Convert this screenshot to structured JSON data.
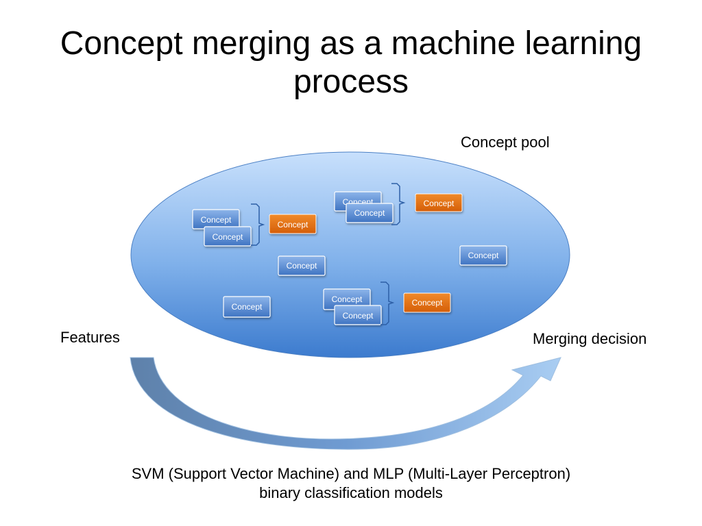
{
  "slide": {
    "title_line1": "Concept merging as a machine learning",
    "title_line2": "process"
  },
  "labels": {
    "concept_pool": "Concept pool",
    "features": "Features",
    "merging_decision": "Merging decision"
  },
  "caption": {
    "line1": "SVM (Support Vector Machine) and MLP (Multi-Layer Perceptron)",
    "line2": "binary classification models"
  },
  "concept_boxes": {
    "c1": "Concept",
    "c2": "Concept",
    "c3": "Concept",
    "c4": "Concept",
    "c5": "Concept",
    "c6": "Concept",
    "c7": "Concept",
    "c8": "Concept",
    "c9": "Concept",
    "m1": "Concept",
    "m2": "Concept",
    "m3": "Concept"
  },
  "colors": {
    "ellipse_top": "#c6defb",
    "ellipse_bottom": "#3f7fd0",
    "concept_blue": "#4f86cf",
    "merged_orange": "#e06a0f",
    "arrow_dark": "#5b7fa8",
    "arrow_light": "#9ec4ee"
  }
}
